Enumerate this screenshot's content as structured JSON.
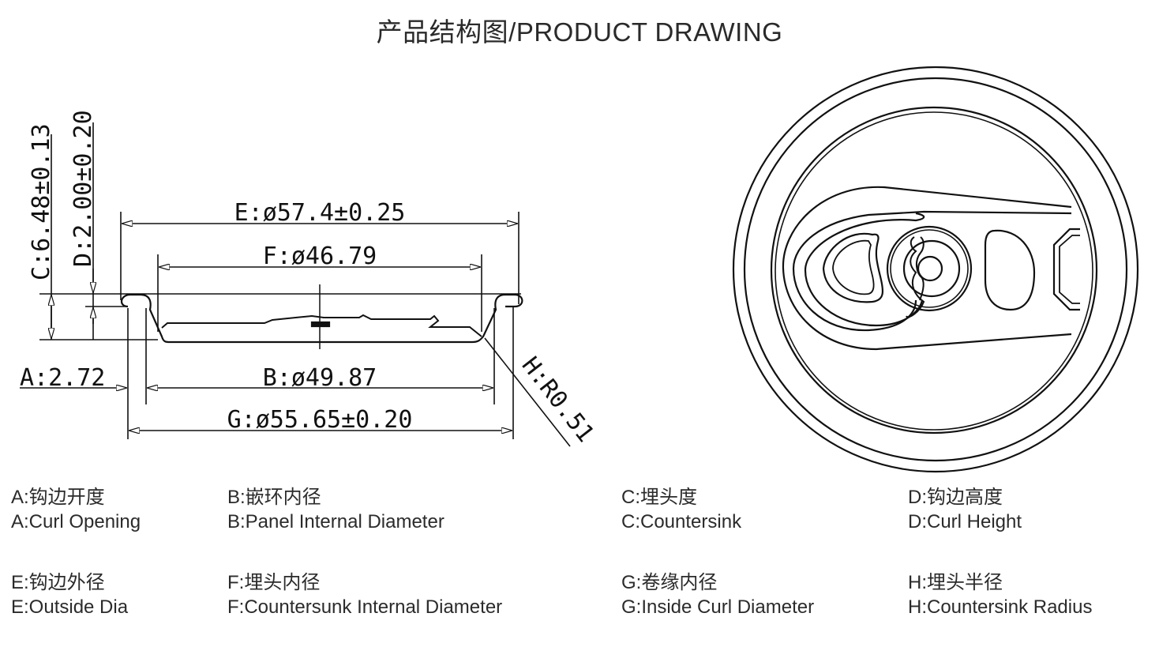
{
  "title": "产品结构图/PRODUCT DRAWING",
  "dimensions": {
    "E": "E:ø57.4±0.25",
    "F": "F:ø46.79",
    "B": "B:ø49.87",
    "G": "G:ø55.65±0.20",
    "A": "A:2.72",
    "C": "C:6.48±0.13",
    "D": "D:2.00±0.20",
    "H": "H:R0.51"
  },
  "legend": [
    {
      "zh": "A:钩边开度",
      "en": "A:Curl Opening"
    },
    {
      "zh": "B:嵌环内径",
      "en": "B:Panel Internal Diameter"
    },
    {
      "zh": "C:埋头度",
      "en": "C:Countersink"
    },
    {
      "zh": "D:钩边高度",
      "en": "D:Curl Height"
    },
    {
      "zh": "E:钩边外径",
      "en": "E:Outside Dia"
    },
    {
      "zh": "F:埋头内径",
      "en": "F:Countersunk Internal Diameter"
    },
    {
      "zh": "G:卷缘内径",
      "en": "G:Inside Curl Diameter"
    },
    {
      "zh": "H:埋头半径",
      "en": "H:Countersink Radius"
    }
  ]
}
